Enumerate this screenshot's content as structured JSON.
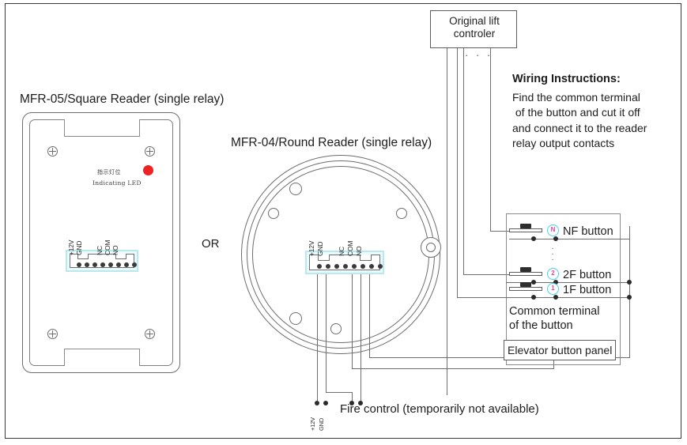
{
  "diagram": {
    "title_square_reader": "MFR-05/Square Reader (single relay)",
    "title_round_reader": "MFR-04/Round Reader (single relay)",
    "or_label": "OR",
    "lift_controller": "Original lift\ncontroler",
    "lift_controller_ellipsis": "· · ·",
    "wiring_heading": "Wiring Instructions:",
    "wiring_body": "Find the common terminal\n of the button and cut it off\nand connect it to the reader\nrelay output contacts",
    "common_terminal_note": "Common terminal\nof the button",
    "elevator_panel_label": "Elevator button panel",
    "fire_control_label": "Fire control (temporarily not available)",
    "vertical_dots": "·\n·\n·"
  },
  "square_reader": {
    "led_cjk": "指示灯位",
    "led_text": "Indicating LED",
    "led_color": "#ee2222",
    "connector": {
      "pin_count": 8,
      "labels": [
        "+12V",
        "GND",
        "NC",
        "COM",
        "NO"
      ],
      "border_color": "#b9e8ef"
    }
  },
  "round_reader": {
    "connector": {
      "pin_count": 8,
      "labels": [
        "+12V",
        "GND",
        "NC",
        "COM",
        "NO"
      ],
      "border_color": "#b9e8ef"
    }
  },
  "elevator_buttons": [
    {
      "badge": "N",
      "label": "NF button"
    },
    {
      "badge": "2",
      "label": "2F button"
    },
    {
      "badge": "1",
      "label": "1F button"
    }
  ],
  "bottom_terminals": {
    "labels": [
      "+12V",
      "GND"
    ]
  },
  "colors": {
    "wire": "#6e6e6e",
    "outline": "#6d6d6d",
    "badge_ring": "#45d2e8",
    "badge_text": "#ef3fae",
    "led": "#ee2222",
    "connector_cyan": "#b9e8ef"
  }
}
